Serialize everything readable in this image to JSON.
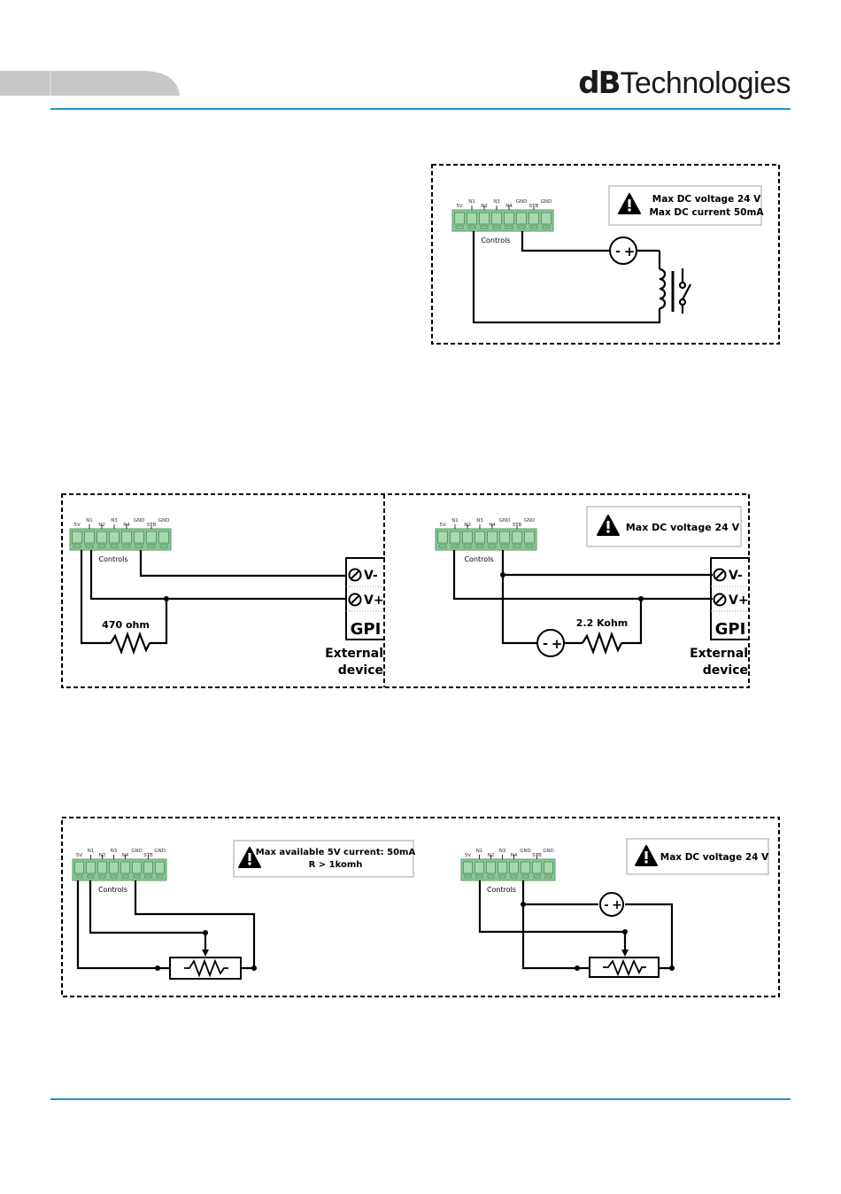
{
  "header": {
    "logo_bold": "dB",
    "logo_rest": "Technologies",
    "accent_color": "#1e96c8",
    "tab_color": "#c8c8c8"
  },
  "terminal": {
    "pins": [
      "5V",
      "N1",
      "N2",
      "N3",
      "N4",
      "GND",
      "STB",
      "GND"
    ],
    "label": "Controls",
    "color": "#8cc896"
  },
  "diagram1": {
    "warning_line1": "Max DC voltage 24 V",
    "warning_line2": "Max DC current 50mA",
    "source_minus": "-",
    "source_plus": "+"
  },
  "diagram2": {
    "resistor_label": "470 ohm",
    "gpi_vminus": "V-",
    "gpi_vplus": "V+",
    "gpi_label": "GPI",
    "external_line1": "External",
    "external_line2": "device"
  },
  "diagram3": {
    "warning_line1": "Max DC voltage 24 V",
    "resistor_label": "2.2 Kohm",
    "source_minus": "-",
    "source_plus": "+",
    "gpi_vminus": "V-",
    "gpi_vplus": "V+",
    "gpi_label": "GPI",
    "external_line1": "External",
    "external_line2": "device"
  },
  "diagram4": {
    "warning_line1": "Max available 5V current: 50mA",
    "warning_line2": "R >  1komh"
  },
  "diagram5": {
    "warning_line1": "Max DC voltage 24 V",
    "source_minus": "-",
    "source_plus": "+"
  }
}
